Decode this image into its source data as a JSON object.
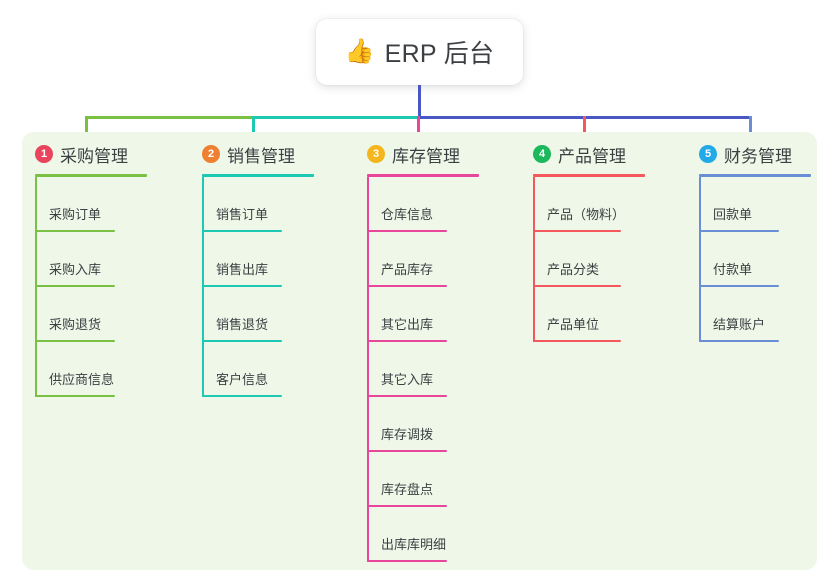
{
  "diagram": {
    "type": "mind-map",
    "background_color": "#ffffff",
    "panel_color": "#eef7e8",
    "root": {
      "icon": "thumbs-up-icon",
      "icon_glyph": "👍",
      "title": "ERP 后台"
    },
    "trunk_color": "#4857c4",
    "branches": [
      {
        "index": "1",
        "label": "采购管理",
        "badge_color": "#e8445c",
        "line_color": "#7ac143",
        "rule_width": 112,
        "leaf_rule_width": 80,
        "items": [
          "采购订单",
          "采购入库",
          "采购退货",
          "供应商信息"
        ]
      },
      {
        "index": "2",
        "label": "销售管理",
        "badge_color": "#f08031",
        "line_color": "#1ec9b3",
        "rule_width": 112,
        "leaf_rule_width": 80,
        "items": [
          "销售订单",
          "销售出库",
          "销售退货",
          "客户信息"
        ]
      },
      {
        "index": "3",
        "label": "库存管理",
        "badge_color": "#f5b61d",
        "line_color": "#e8469b",
        "rule_width": 112,
        "leaf_rule_width": 80,
        "items": [
          "仓库信息",
          "产品库存",
          "其它出库",
          "其它入库",
          "库存调拨",
          "库存盘点",
          "出库库明细"
        ]
      },
      {
        "index": "4",
        "label": "产品管理",
        "badge_color": "#1cb85c",
        "line_color": "#f2585c",
        "rule_width": 112,
        "leaf_rule_width": 88,
        "items": [
          "产品（物料）",
          "产品分类",
          "产品单位"
        ]
      },
      {
        "index": "5",
        "label": "财务管理",
        "badge_color": "#22a9e8",
        "line_color": "#6a8ed6",
        "rule_width": 112,
        "leaf_rule_width": 80,
        "items": [
          "回款单",
          "付款单",
          "结算账户"
        ]
      }
    ]
  }
}
